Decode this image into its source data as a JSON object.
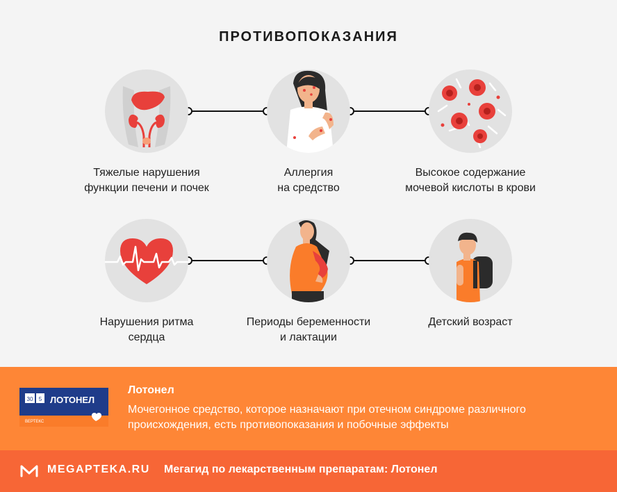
{
  "title": "ПРОТИВОПОКАЗАНИЯ",
  "items": [
    {
      "icon": "kidney-liver-icon",
      "line1": "Тяжелые нарушения",
      "line2": "функции печени и почек"
    },
    {
      "icon": "allergy-woman-icon",
      "line1": "Аллергия",
      "line2": "на средство"
    },
    {
      "icon": "blood-cells-icon",
      "line1": "Высокое содержание",
      "line2": "мочевой кислоты в крови"
    },
    {
      "icon": "heart-rhythm-icon",
      "line1": "Нарушения ритма",
      "line2": "сердца"
    },
    {
      "icon": "pregnant-woman-icon",
      "line1": "Периоды беременности",
      "line2": "и лактации"
    },
    {
      "icon": "child-icon",
      "line1": "Детский возраст",
      "line2": ""
    }
  ],
  "drug": {
    "name": "Лотонел",
    "description": "Мочегонное средство, которое назначают при отечном синдроме различного происхождения, есть противопоказания и побочные эффекты",
    "pack_brand": "ЛОТОНЕЛ",
    "pack_dose_1": "30",
    "pack_dose_2": "5",
    "pack_maker": "ВЕРТЕКС"
  },
  "footer": {
    "logo": "MEGAPTEKA.RU",
    "text": "Мегагид по лекарственным препаратам: Лотонел"
  },
  "colors": {
    "accent_orange": "#fe8636",
    "footer_orange": "#f76636",
    "icon_red": "#e8403b",
    "circle_bg": "#e2e2e2",
    "pack_blue": "#1f3c8a"
  }
}
